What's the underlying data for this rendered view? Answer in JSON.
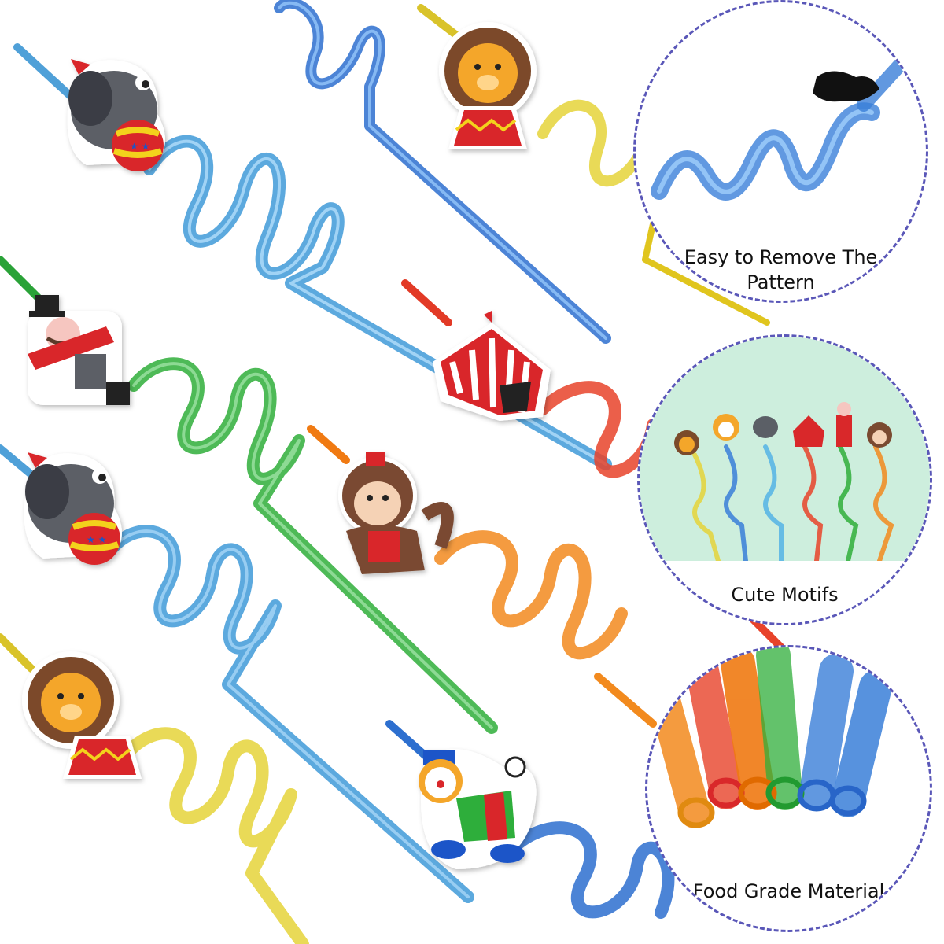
{
  "callouts": [
    {
      "label": "Easy to Remove The Pattern",
      "line1": "Easy to Remove The",
      "line2": "Pattern"
    },
    {
      "label": "Cute Motifs"
    },
    {
      "label": "Food Grade Material"
    }
  ],
  "colors": {
    "callout_border": "#5a57b8",
    "straw_blue": "#3a7fd9",
    "straw_lightblue": "#55b4e6",
    "straw_green": "#2fae3a",
    "straw_yellow": "#e9d43a",
    "straw_orange": "#f28a1e",
    "straw_red": "#e8432a",
    "motifs_bg": "#cdeedd"
  },
  "motifs": [
    "elephant",
    "lion",
    "ringmaster",
    "circus-tent",
    "monkey",
    "elephant",
    "lion",
    "clown"
  ]
}
